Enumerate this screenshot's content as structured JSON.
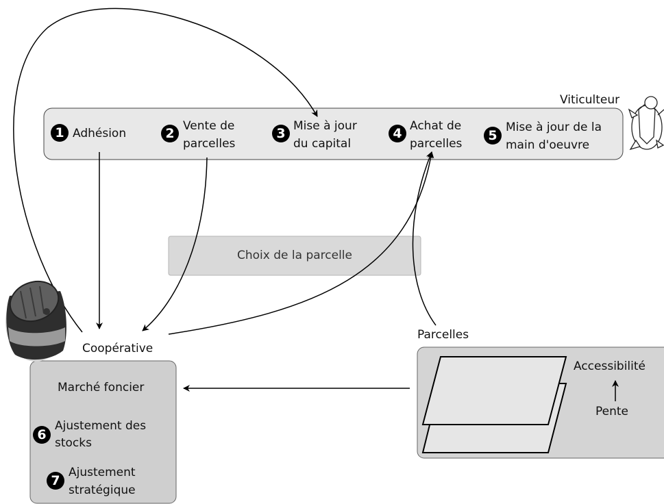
{
  "agent": {
    "label": "Viticulteur"
  },
  "steps": [
    {
      "number": "1",
      "label": "Adhésion"
    },
    {
      "number": "2",
      "label_line1": "Vente de",
      "label_line2": "parcelles"
    },
    {
      "number": "3",
      "label_line1": "Mise à jour",
      "label_line2": "du capital"
    },
    {
      "number": "4",
      "label_line1": "Achat de",
      "label_line2": "parcelles"
    },
    {
      "number": "5",
      "label_line1": "Mise à jour de la",
      "label_line2": "main d'oeuvre"
    }
  ],
  "choice_box": {
    "label": "Choix de la parcelle"
  },
  "cooperative": {
    "label": "Coopérative",
    "market": "Marché foncier",
    "step6": {
      "number": "6",
      "label_line1": "Ajustement des",
      "label_line2": "stocks"
    },
    "step7": {
      "number": "7",
      "label_line1": "Ajustement",
      "label_line2": "stratégique"
    }
  },
  "parcels": {
    "label": "Parcelles",
    "accessibility": "Accessibilité",
    "slope": "Pente"
  },
  "colors": {
    "viticulteur_box": "#e8e8e8",
    "choice_box": "#d9d9d9",
    "cooperative_box": "#cfcfcf",
    "parcels_box": "#d4d4d4",
    "badge": "#000000"
  }
}
